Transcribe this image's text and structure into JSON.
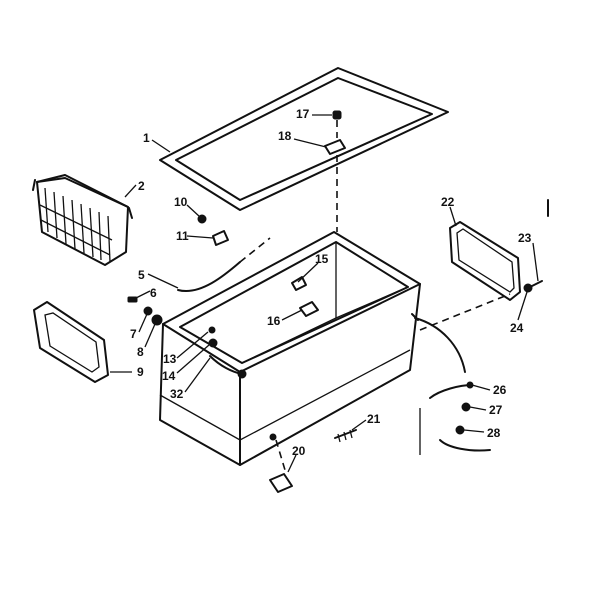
{
  "callouts": [
    {
      "id": "1",
      "label": "1"
    },
    {
      "id": "2",
      "label": "2"
    },
    {
      "id": "5",
      "label": "5"
    },
    {
      "id": "6",
      "label": "6"
    },
    {
      "id": "7",
      "label": "7"
    },
    {
      "id": "8",
      "label": "8"
    },
    {
      "id": "9",
      "label": "9"
    },
    {
      "id": "10",
      "label": "10"
    },
    {
      "id": "11",
      "label": "11"
    },
    {
      "id": "13",
      "label": "13"
    },
    {
      "id": "14",
      "label": "14"
    },
    {
      "id": "15",
      "label": "15"
    },
    {
      "id": "16",
      "label": "16"
    },
    {
      "id": "17",
      "label": "17"
    },
    {
      "id": "18",
      "label": "18"
    },
    {
      "id": "20",
      "label": "20"
    },
    {
      "id": "21",
      "label": "21"
    },
    {
      "id": "22",
      "label": "22"
    },
    {
      "id": "23",
      "label": "23"
    },
    {
      "id": "24",
      "label": "24"
    },
    {
      "id": "26",
      "label": "26"
    },
    {
      "id": "27",
      "label": "27"
    },
    {
      "id": "28",
      "label": "28"
    },
    {
      "id": "32",
      "label": "32"
    }
  ],
  "parts": {
    "lid": "lid-gasket",
    "basket": "storage-basket",
    "cabinet": "freezer-cabinet",
    "back_panel": "back-panel",
    "front_panel": "front-grille-panel",
    "cord": "power-cord"
  }
}
